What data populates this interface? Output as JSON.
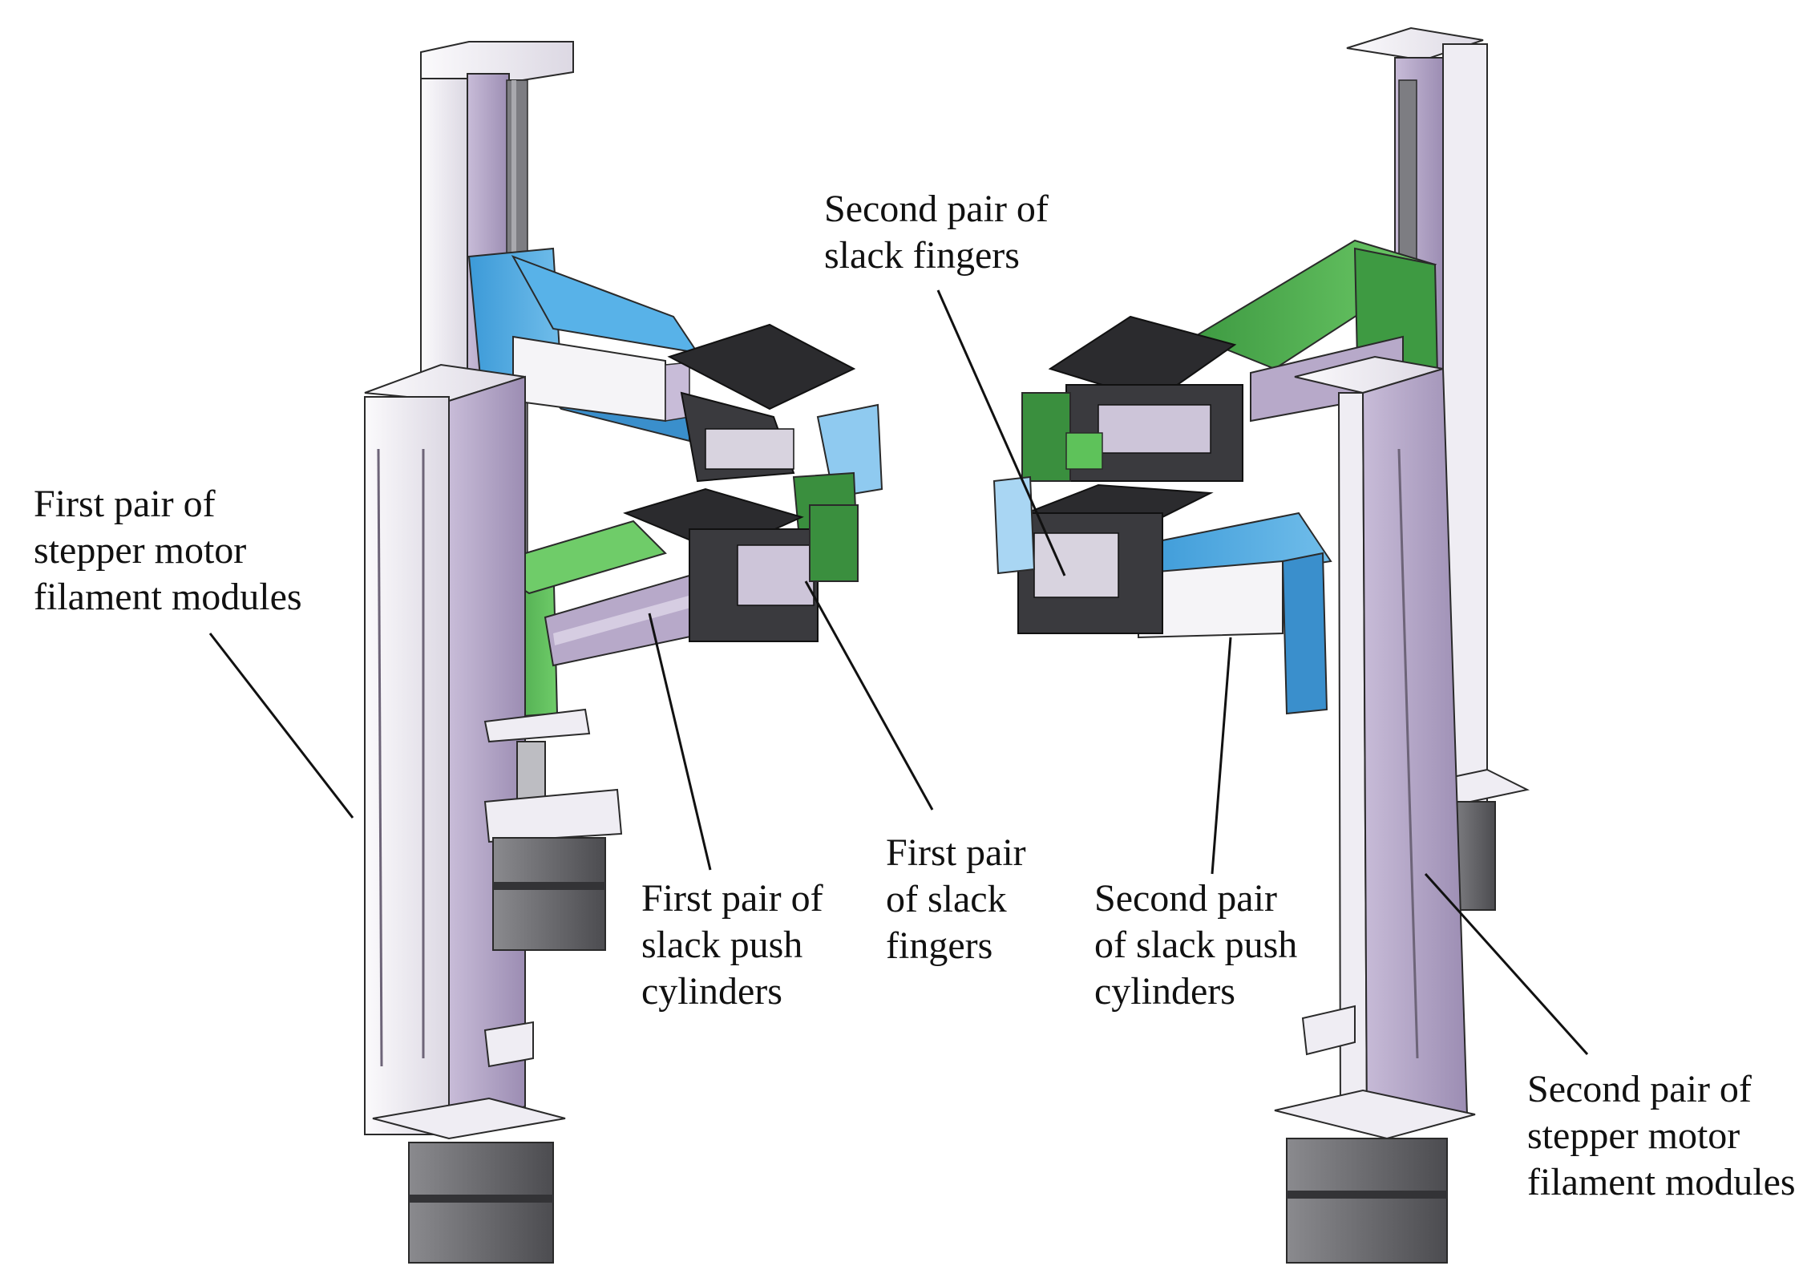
{
  "colors": {
    "rail_light": "#efedf3",
    "rail_purple": "#b6a8c8",
    "rail_purple_dark": "#8f80a6",
    "outline": "#2a2a2a",
    "blue": "#4aa8e4",
    "blue_dark": "#2f84c2",
    "blue_light": "#a9d6f3",
    "green": "#5ec25a",
    "green_dark": "#2f7c34",
    "black_part": "#2b2b2e",
    "black_face": "#55555a",
    "motor": "#6e6e72",
    "motor_dark": "#4a4a4e",
    "leader": "#111111"
  },
  "labels": {
    "first_pair_stepper": [
      "First pair of",
      "stepper motor",
      "filament modules"
    ],
    "second_pair_fingers": [
      "Second pair of",
      "slack fingers"
    ],
    "first_pair_cylinders": [
      "First pair of",
      "slack push",
      "cylinders"
    ],
    "first_pair_fingers": [
      "First pair",
      "of slack",
      "fingers"
    ],
    "second_pair_cylinders": [
      "Second pair",
      "of slack push",
      "cylinders"
    ],
    "second_pair_stepper": [
      "Second pair of",
      "stepper motor",
      "filament modules"
    ]
  }
}
